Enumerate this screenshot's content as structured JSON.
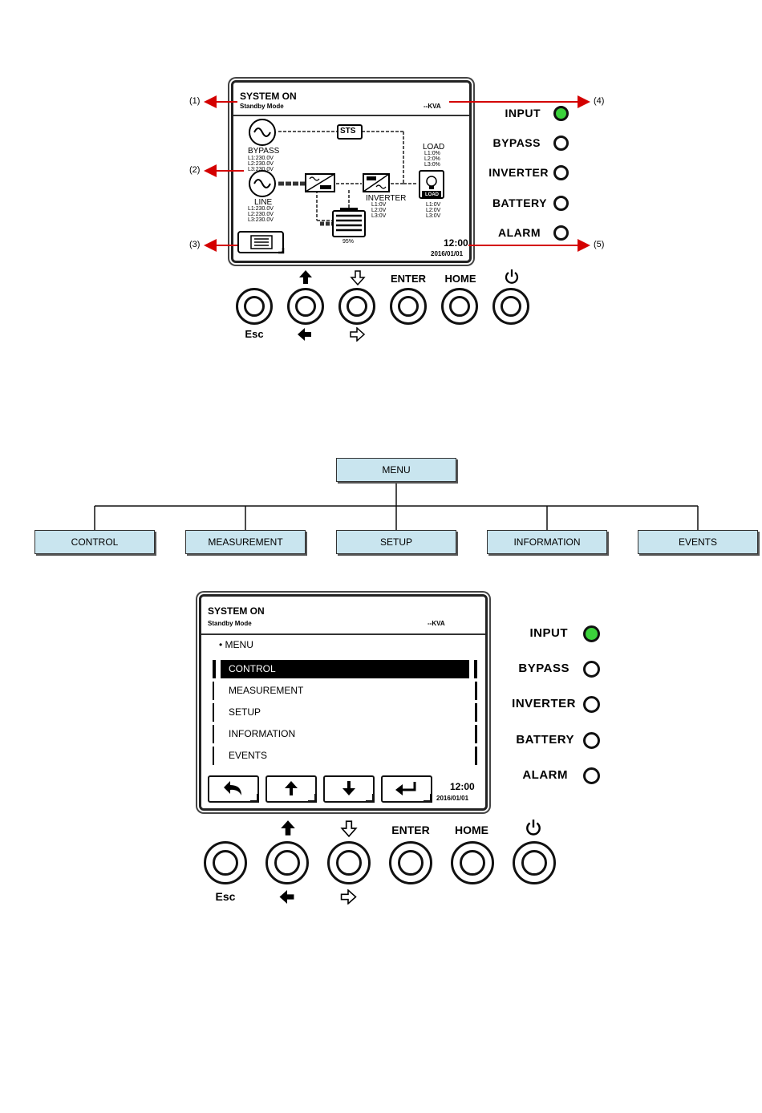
{
  "top_panel": {
    "status": "SYSTEM ON",
    "mode": "Standby Mode",
    "kva": "--KVA",
    "callouts": [
      "(1)",
      "(2)",
      "(3)",
      "(4)",
      "(5)"
    ],
    "sts": "STS",
    "bypass_label": "BYPASS",
    "bypass_volts": "L1:230.0V\nL2:230.0V\nL3:230.0V",
    "line_label": "LINE",
    "line_volts": "L1:230.0V\nL2:230.0V\nL3:230.0V",
    "inverter_label": "INVERTER",
    "inverter_volts": "L1:0V\nL2:0V\nL3:0V",
    "load_label": "LOAD",
    "load_pct": "L1:0%\nL2:0%\nL3:0%",
    "load_volts": "L1:0V\nL2:0V\nL3:0V",
    "load_badge": "LOAD",
    "battery_pct": "95%",
    "time": "12:00",
    "date": "2016/01/01"
  },
  "leds": [
    {
      "label": "INPUT",
      "on": true
    },
    {
      "label": "BYPASS",
      "on": false
    },
    {
      "label": "INVERTER",
      "on": false
    },
    {
      "label": "BATTERY",
      "on": false
    },
    {
      "label": "ALARM",
      "on": false
    }
  ],
  "buttons": {
    "esc": "Esc",
    "enter": "ENTER",
    "home": "HOME",
    "power_icon": "power-icon",
    "up_icon": "arrow-up-icon",
    "left_icon": "arrow-left-icon",
    "down_icon": "arrow-down-icon",
    "right_icon": "arrow-right-icon"
  },
  "menu_tree": {
    "root": "MENU",
    "children": [
      "CONTROL",
      "MEASUREMENT",
      "SETUP",
      "INFORMATION",
      "EVENTS"
    ]
  },
  "bottom_panel": {
    "status": "SYSTEM ON",
    "mode": "Standby Mode",
    "kva": "--KVA",
    "menu_title": "MENU",
    "items": [
      "CONTROL",
      "MEASUREMENT",
      "SETUP",
      "INFORMATION",
      "EVENTS"
    ],
    "selected_index": 0,
    "softkeys": [
      "back-icon",
      "arrow-up-icon",
      "arrow-down-icon",
      "enter-icon"
    ],
    "time": "12:00",
    "date": "2016/01/01"
  },
  "colors": {
    "led_on": "#3bd23b",
    "menu_box": "#c9e5ef",
    "callout_arrow": "#d40000"
  }
}
